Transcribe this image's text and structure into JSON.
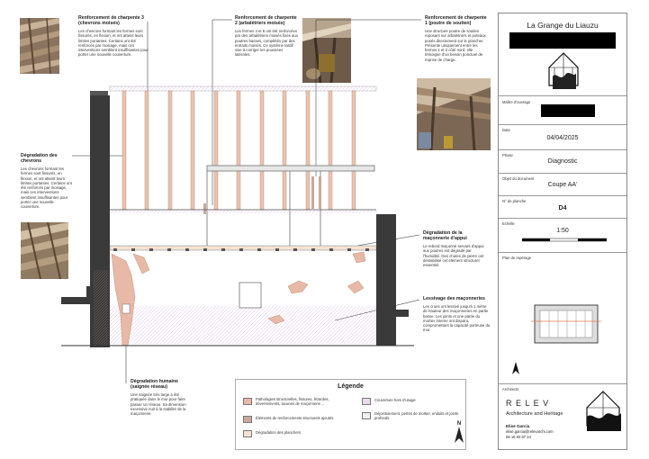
{
  "annotations": {
    "ann_rc3": {
      "title": "Renforcement de charpente 3 (chevrons moisés)",
      "body": "Les chevrons formant les fermes sont fissurés, en flexion, et ont atteint leurs limites portantes. Certains ont été renforcés par moisage, mais ces interventions semblent insuffisantes pour porter une nouvelle couverture."
    },
    "ann_rc2": {
      "title": "Renforcement de charpente 2 (arbalétriers moisés)",
      "body": "Les fermes 4 et 5 ont été renforcées par des arbalétriers moisés fixés aux poutres basses, complétés par des entraits moisés. Ce système tardif vise à corriger les poussées latérales."
    },
    "ann_rc1": {
      "title": "Renforcement de charpente 1 (poutre de soutien)",
      "body": "Une structure poutre de soutien reposant sur arbalétriers et poteaux posés directement sur le plancher. Présente uniquement entre les fermes 1 et 3 côté nord, elle témoigne d'un besoin ponctuel de reprise de charge."
    },
    "ann_degch": {
      "title": "Dégradation des chevrons",
      "body": "Les chevrons formant les fermes sont fissurés, en flexion, et ont atteint leurs limites portantes. Certains ont été renforcés par moisage, mais ces interventions semblent insuffisantes pour porter une nouvelle couverture."
    },
    "ann_degmac": {
      "title": "Dégradation de la maçonnerie d'appui",
      "body": "Le rebord maçonné servant d'appui aux poutres est dégradé par l'humidité. Des chutes de pierre ont déstabilisé cet élément structurel essentiel."
    },
    "ann_less": {
      "title": "Lessivage des maçonneries",
      "body": "Les crues ont lessivé jusqu'à 1 mètre de hauteur des maçonneries en partie basse. Les joints et une partie du mortier interne ont disparu, compromettant la capacité porteuse du mur."
    },
    "ann_hum": {
      "title": "Dégradation humaine (saignée réseau)",
      "body": "Une saignée très large a été pratiquée dans le mur pour faire passer un réseau. Sa dimension excessive nuit à la stabilité de la maçonnerie."
    }
  },
  "legend": {
    "title": "Légende",
    "items": [
      {
        "label": "Pathologies structurelles, fissures, lézardes, déversements, lacunes de maçonnerie ...",
        "color": "#e8b9a6"
      },
      {
        "label": "Éléments de renforcements structurels ajoutés",
        "color": "#c9a89a"
      },
      {
        "label": "Dégradation des planchers",
        "color": "#f4e3d4"
      },
      {
        "label": "Couverture hors d'usage",
        "color": "#ecd9f0"
      },
      {
        "label": "Déjointoiement, pertes de mortier, enduits et joints profonds",
        "color": "#f3eef6"
      }
    ]
  },
  "north_label": "N",
  "title_block": {
    "project": "La Grange du Liauzu",
    "maitre_label": "Maître d'ouvrage",
    "date_label": "Date",
    "date_value": "04/04/2025",
    "phase_label": "Phase",
    "phase_value": "Diagnostic",
    "objet_label": "Objet du document",
    "objet_value": "Coupe AA'",
    "planche_label": "N° de planche",
    "planche_value": "D4",
    "echelle_label": "Echelle",
    "echelle_value": "1:50",
    "plan_label": "Plan de repérage",
    "architects_label": "Architects",
    "firm_name": "R E L E V",
    "firm_sub": "Architecture and Heritage",
    "contact_name": "Elise Garcia",
    "contact_email": "elise.garcia@relevarchi.com",
    "contact_phone": "06 16 83 67 24"
  },
  "colors": {
    "pathology": "#e8b9a6",
    "reinforcement": "#c9a89a",
    "wall": "#3a3a3a",
    "timber": "#d7a98f"
  }
}
